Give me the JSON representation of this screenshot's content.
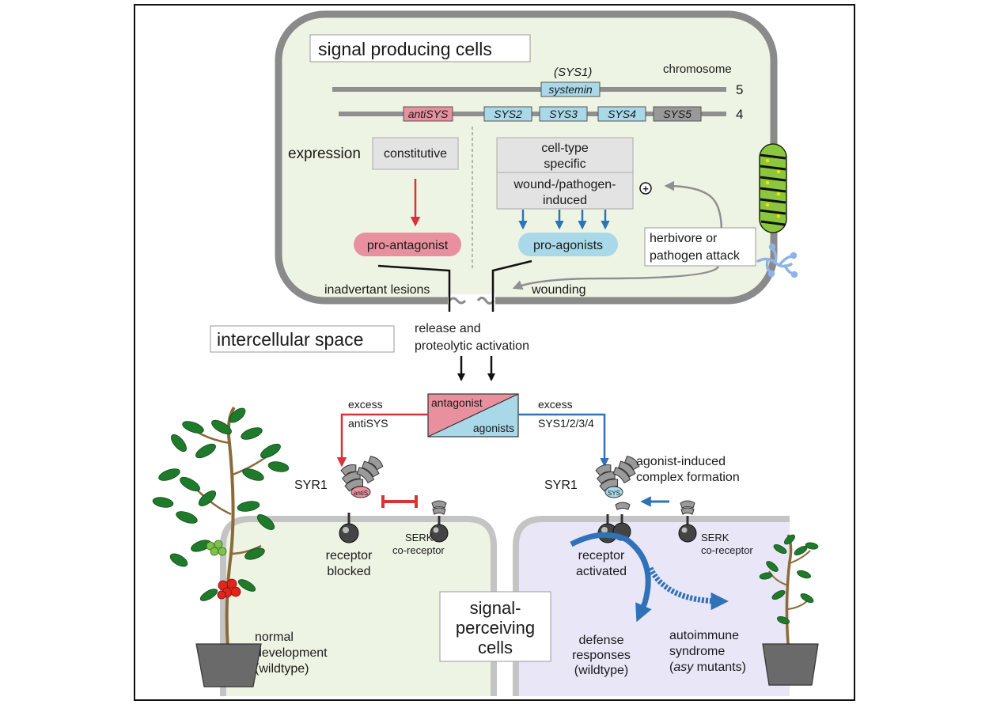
{
  "producing_cells": {
    "title": "signal producing cells",
    "chromosome_label": "chromosome",
    "chromosome_5": "5",
    "chromosome_4": "4",
    "sys1_label": "(SYS1)",
    "genes": {
      "systemin": "systemin",
      "antisys": "antiSYS",
      "sys2": "SYS2",
      "sys3": "SYS3",
      "sys4": "SYS4",
      "sys5": "SYS5"
    },
    "expression_label": "expression",
    "constitutive": "constitutive",
    "cell_type_line1": "cell-type",
    "cell_type_line2": "specific",
    "wound_line1": "wound-/pathogen-",
    "wound_line2": "induced",
    "plus": "+",
    "pro_antagonist": "pro-antagonist",
    "pro_agonists": "pro-agonists",
    "herbivore_line1": "herbivore or",
    "herbivore_line2": "pathogen attack",
    "inadvertant": "inadvertant lesions",
    "wounding": "wounding"
  },
  "intercellular": {
    "title": "intercellular space",
    "release_line1": "release and",
    "release_line2": "proteolytic activation",
    "antagonist": "antagonist",
    "agonists": "agonists",
    "excess_left_line1": "excess",
    "excess_left_line2": "antiSYS",
    "excess_right_line1": "excess",
    "excess_right_line2": "SYS1/2/3/4"
  },
  "perceiving": {
    "syr1_left": "SYR1",
    "syr1_right": "SYR1",
    "antis": "antiS",
    "sys": "SYS",
    "complex_line1": "agonist-induced",
    "complex_line2": "complex formation",
    "serk_left_line1": "SERK",
    "serk_left_line2": "co-receptor",
    "serk_right_line1": "SERK",
    "serk_right_line2": "co-receptor",
    "blocked_line1": "receptor",
    "blocked_line2": "blocked",
    "activated_line1": "receptor",
    "activated_line2": "activated",
    "cells_line1": "signal-",
    "cells_line2": "perceiving",
    "cells_line3": "cells",
    "normal_line1": "normal",
    "normal_line2": "development",
    "normal_line3": "(wildtype)",
    "defense_line1": "defense",
    "defense_line2": "responses",
    "defense_line3": "(wildtype)",
    "autoimmune_line1": "autoimmune",
    "autoimmune_line2": "syndrome",
    "autoimmune_line3_open": "(",
    "autoimmune_line3_italic": "asy",
    "autoimmune_line3_rest": " mutants)"
  },
  "colors": {
    "cell_fill": "#eef4e3",
    "membrane": "#8a8a8a",
    "perceiving_right_fill": "#e8e6f7",
    "antagonist_red": "#d9333a",
    "pink": "#e8909e",
    "agonist_blue": "#2f72b8",
    "light_blue": "#a9d8e8",
    "gray_box": "#e3e3e3"
  }
}
